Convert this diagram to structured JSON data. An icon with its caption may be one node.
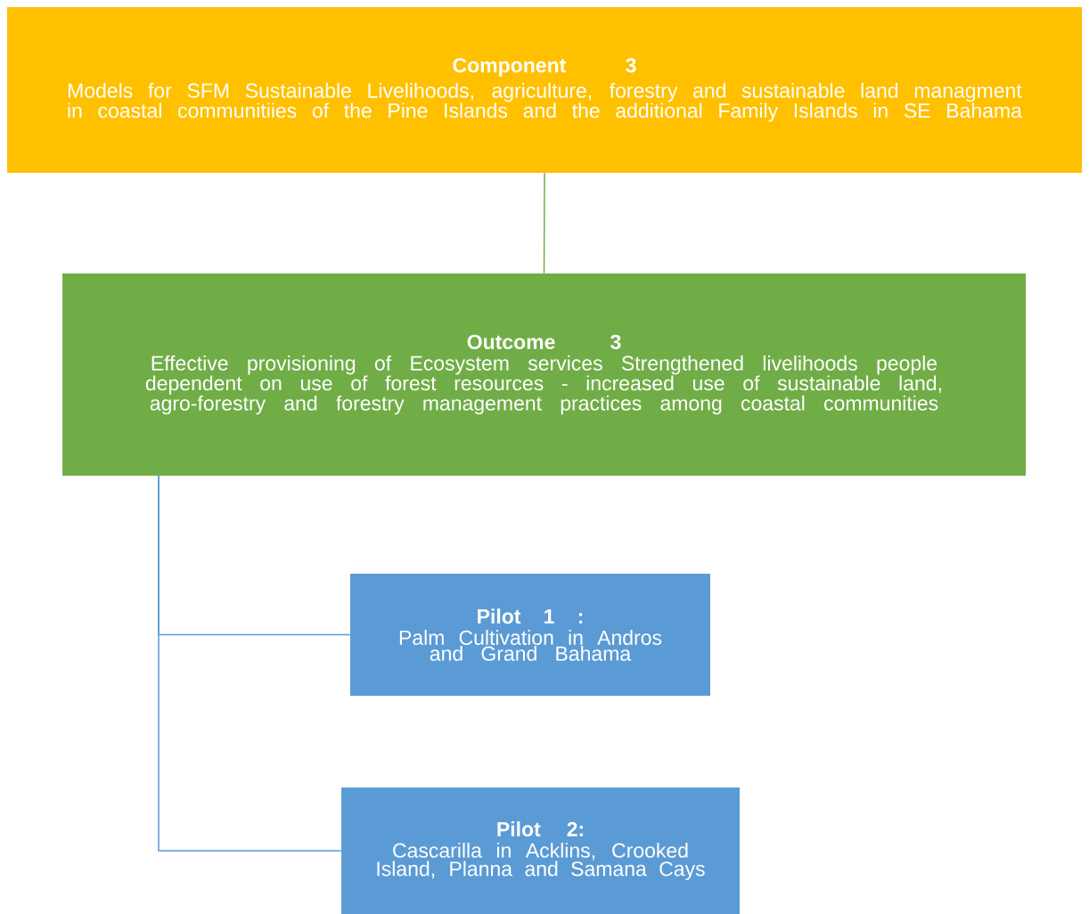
{
  "diagram": {
    "nodes": [
      {
        "text": [
          "Component 3",
          "Models for SFM Sustainable Livelihoods, agriculture, forestry and sustainable land managment in coastal communitiies of the Pine Islands and the additional Family Islands in SE Bahama"
        ]
      },
      {
        "text": [
          "Outcome 3",
          "Effective provisioning of Ecosystem services Strengthened livelihoods people dependent on use of forest resources - increased use of sustainable land, agro-forestry and forestry management practices among coastal communities"
        ]
      },
      {
        "text": [
          "Pilot 1 :",
          "Palm Cultivation in Andros and Grand Bahama"
        ]
      },
      {
        "text": [
          "Pilot 2:",
          "Cascarilla in Acklins, Crooked Island, Planna and Samana Cays"
        ]
      }
    ],
    "edges": [
      {
        "from": 0,
        "to": 1,
        "arrow": "none",
        "color": "#70ad47"
      },
      {
        "from": 1,
        "to": 2,
        "arrow": "none"
      },
      {
        "from": 1,
        "to": 3,
        "arrow": "none"
      }
    ]
  }
}
